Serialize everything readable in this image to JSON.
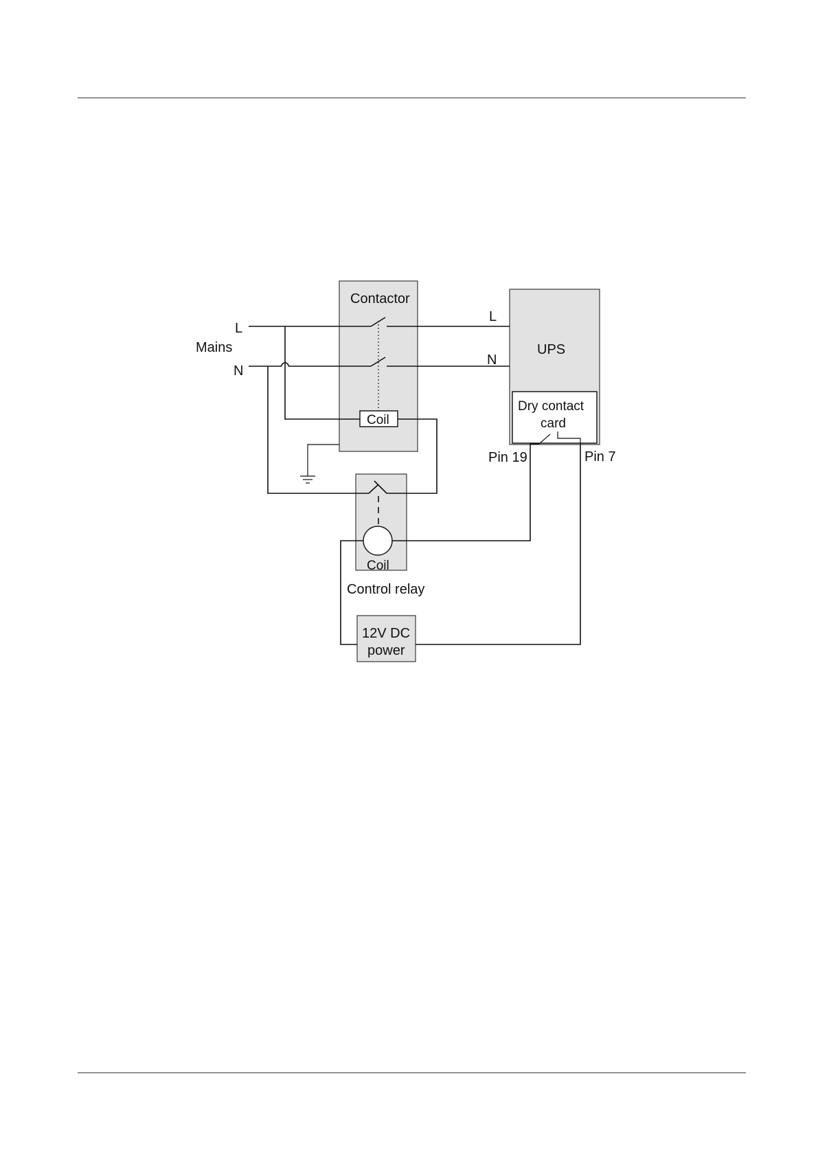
{
  "diagram": {
    "contactor_label": "Contactor",
    "contactor_coil_label": "Coil",
    "ups_label": "UPS",
    "dry_contact_card_line1": "Dry contact",
    "dry_contact_card_line2": "card",
    "pin19_label": "Pin 19",
    "pin7_label": "Pin 7",
    "mains_label": "Mains",
    "mains_L": "L",
    "mains_N": "N",
    "ups_L": "L",
    "ups_N": "N",
    "relay_coil_label": "Coil",
    "control_relay_label": "Control relay",
    "power_line1": "12V DC",
    "power_line2": "power"
  },
  "colors": {
    "box_fill": "#e2e2e2",
    "line": "#111111"
  }
}
